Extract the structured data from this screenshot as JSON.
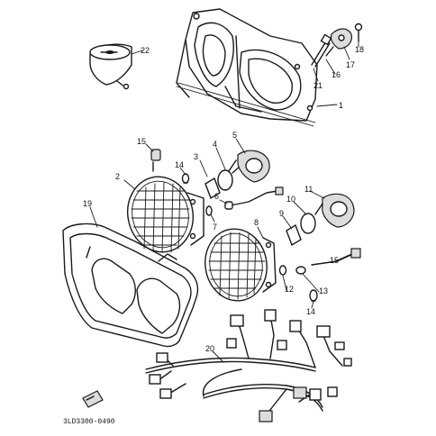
{
  "diagram": {
    "callouts": [
      {
        "id": "c1",
        "label": "1"
      },
      {
        "id": "c2",
        "label": "2"
      },
      {
        "id": "c3",
        "label": "3"
      },
      {
        "id": "c4",
        "label": "4"
      },
      {
        "id": "c5",
        "label": "5"
      },
      {
        "id": "c6",
        "label": "6"
      },
      {
        "id": "c7",
        "label": "7"
      },
      {
        "id": "c8",
        "label": "8"
      },
      {
        "id": "c9",
        "label": "9"
      },
      {
        "id": "c10",
        "label": "10"
      },
      {
        "id": "c11",
        "label": "11"
      },
      {
        "id": "c12",
        "label": "12"
      },
      {
        "id": "c13",
        "label": "13"
      },
      {
        "id": "c14a",
        "label": "14"
      },
      {
        "id": "c14b",
        "label": "14"
      },
      {
        "id": "c15a",
        "label": "15"
      },
      {
        "id": "c15b",
        "label": "15"
      },
      {
        "id": "c16",
        "label": "16"
      },
      {
        "id": "c17",
        "label": "17"
      },
      {
        "id": "c18",
        "label": "18"
      },
      {
        "id": "c19",
        "label": "19"
      },
      {
        "id": "c20",
        "label": "20"
      },
      {
        "id": "c21",
        "label": "21"
      },
      {
        "id": "c22",
        "label": "22"
      }
    ],
    "drawing_code": "3LD3300-0490",
    "colors": {
      "ink": "#1a1a1a",
      "paper": "#ffffff"
    }
  }
}
